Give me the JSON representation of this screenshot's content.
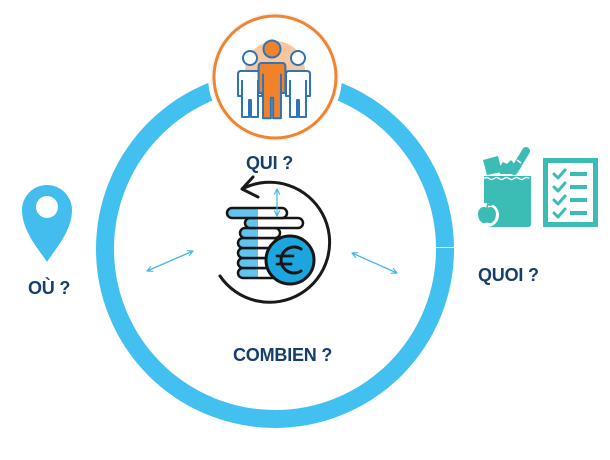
{
  "labels": {
    "qui": "QUI ?",
    "ou": "OÙ ?",
    "quoi": "QUOI ?",
    "combien": "COMBIEN ?"
  },
  "nodes": [
    {
      "id": "qui",
      "label": "QUI ?",
      "icons": [
        "people-group-icon"
      ],
      "position": "top"
    },
    {
      "id": "ou",
      "label": "OÙ ?",
      "icons": [
        "location-pin-icon"
      ],
      "position": "left"
    },
    {
      "id": "quoi",
      "label": "QUOI ?",
      "icons": [
        "grocery-bag-icon",
        "checklist-icon"
      ],
      "position": "right"
    },
    {
      "id": "combien",
      "label": "COMBIEN ?",
      "icons": [
        "euro-coins-cycle-icon"
      ],
      "position": "center"
    }
  ],
  "connectors": [
    "double-arrow-left",
    "double-arrow-right",
    "double-arrow-vertical"
  ],
  "colors": {
    "ring": "#42c0f0",
    "label_text": "#173f6d",
    "qui_circle_border": "#ef8530",
    "people_outline": "#2e74b8",
    "people_center_fill": "#f0822c",
    "people_backdrop": "#f8c7a0",
    "teal_icons": "#3bbcb5",
    "pin": "#42bdee",
    "coin_fill": "#1ba6df",
    "coin_stack_fill": "#62c3ed",
    "arrows": "#41b6e6"
  }
}
